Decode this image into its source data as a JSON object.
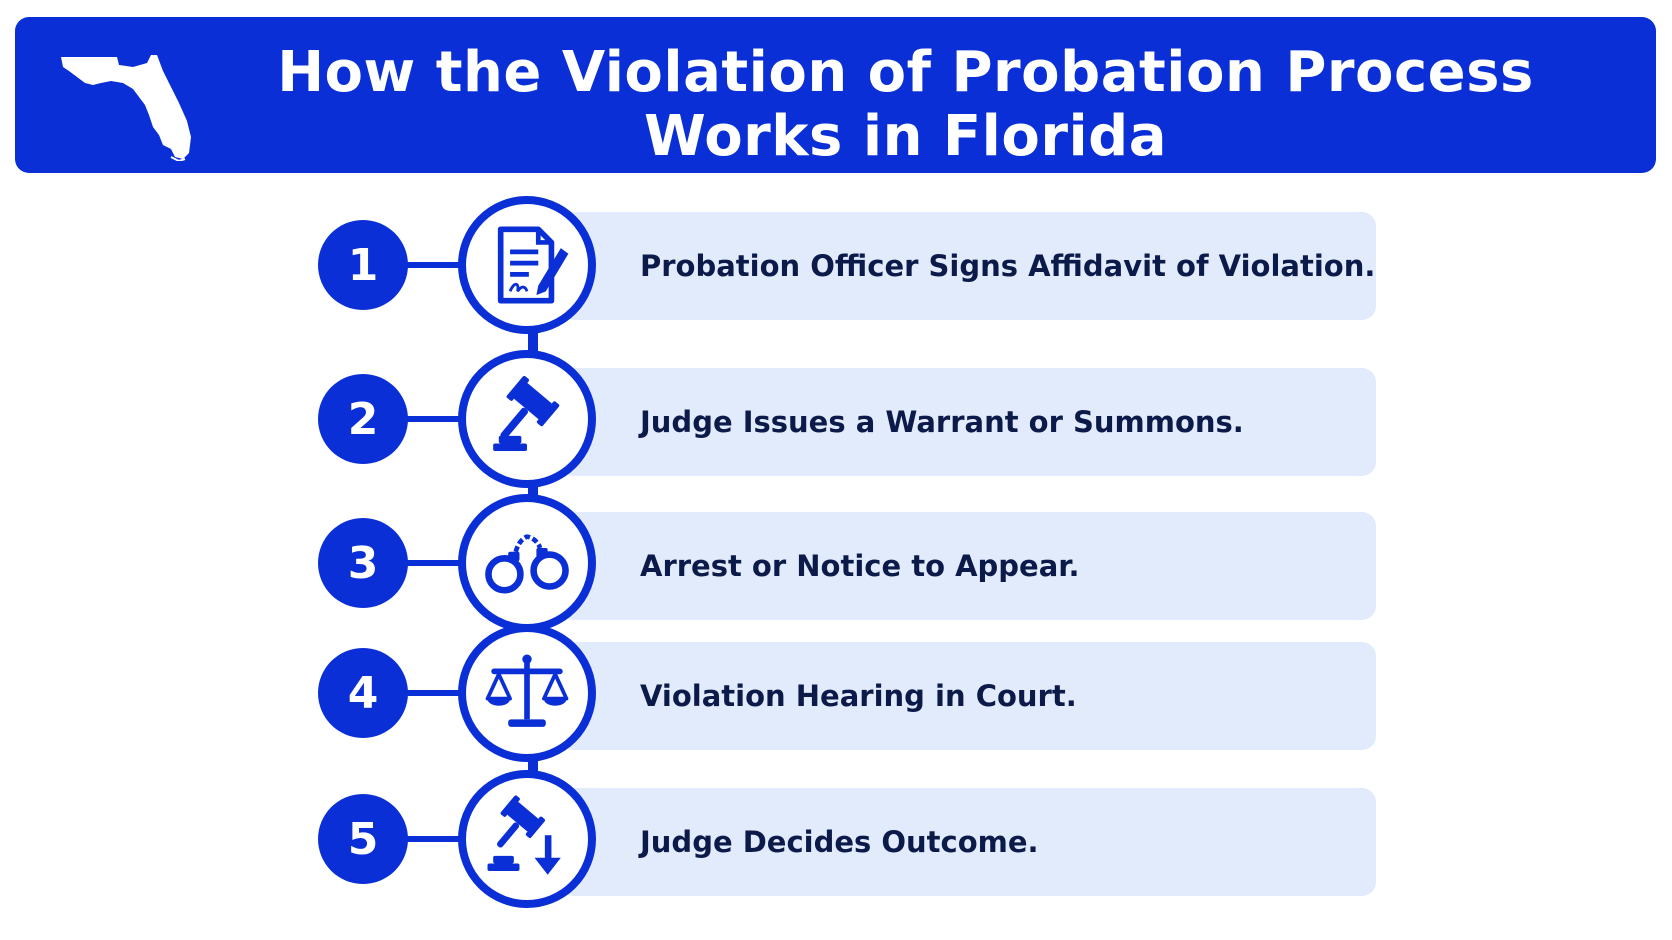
{
  "header": {
    "title_line1": "How the Violation of Probation Process",
    "title_line2": "Works in Florida",
    "map_icon": "florida-map-icon"
  },
  "steps": [
    {
      "number": "1",
      "label": "Probation Officer Signs Affidavit of Violation.",
      "icon": "signed-document-icon"
    },
    {
      "number": "2",
      "label": "Judge Issues a Warrant or Summons.",
      "icon": "gavel-icon"
    },
    {
      "number": "3",
      "label": "Arrest or Notice to Appear.",
      "icon": "handcuffs-icon"
    },
    {
      "number": "4",
      "label": "Violation Hearing in Court.",
      "icon": "scales-of-justice-icon"
    },
    {
      "number": "5",
      "label": "Judge Decides Outcome.",
      "icon": "gavel-decision-icon"
    }
  ],
  "colors": {
    "primary_blue": "#0a2fd6",
    "card_background": "#e1ebfb",
    "text_dark": "#0c1a4a",
    "header_text": "#ffffff"
  }
}
